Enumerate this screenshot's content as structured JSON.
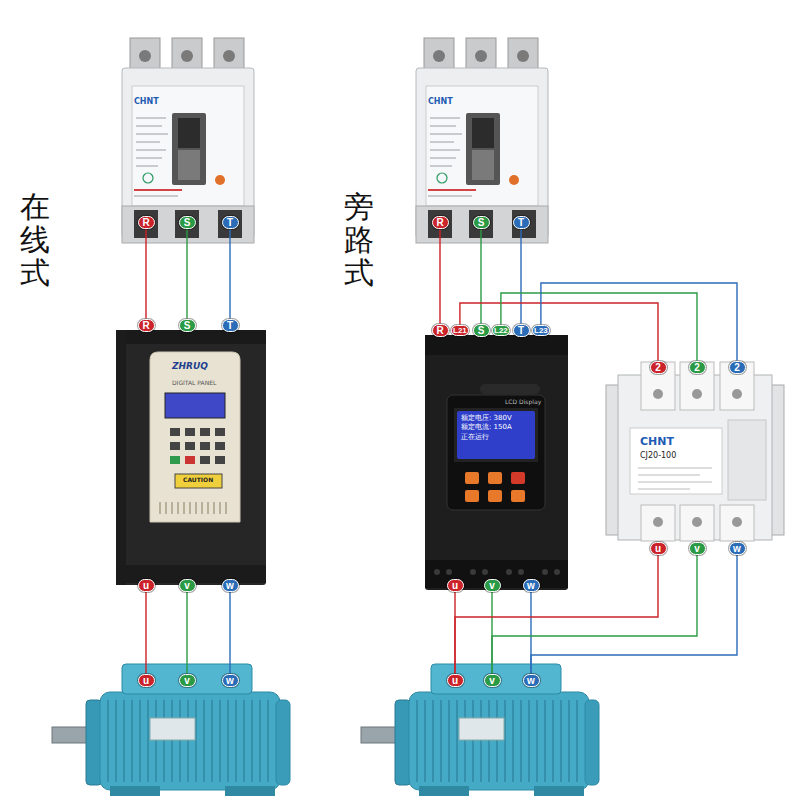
{
  "diagram": {
    "nodes": [
      {
        "text": [
          "CHNT"
        ]
      },
      {
        "text": [
          "R"
        ],
        "in": 0
      },
      {
        "text": [
          "S"
        ],
        "in": 0
      },
      {
        "text": [
          "T"
        ],
        "in": 0
      },
      {
        "text": [
          "CHNT"
        ]
      },
      {
        "text": [
          "R"
        ],
        "in": 4
      },
      {
        "text": [
          "S"
        ],
        "in": 4
      },
      {
        "text": [
          "T"
        ],
        "in": 4
      },
      {
        "text": [
          "ZHRUQ",
          "DIGITAL PANEL",
          "CAUTION"
        ]
      },
      {
        "text": [
          "R"
        ],
        "in": 8
      },
      {
        "text": [
          "S"
        ],
        "in": 8
      },
      {
        "text": [
          "T"
        ],
        "in": 8
      },
      {
        "text": [
          "u"
        ],
        "in": 8
      },
      {
        "text": [
          "v"
        ],
        "in": 8
      },
      {
        "text": [
          "w"
        ],
        "in": 8
      },
      {
        "text": [
          "LCD Display"
        ]
      },
      {
        "text": [
          "额定电压: 380V",
          "额定电流: 150A",
          "正在运行"
        ],
        "in": 15
      },
      {
        "text": [
          "R"
        ],
        "in": 15
      },
      {
        "text": [
          "L21"
        ],
        "in": 15
      },
      {
        "text": [
          "S"
        ],
        "in": 15
      },
      {
        "text": [
          "L22"
        ],
        "in": 15
      },
      {
        "text": [
          "T"
        ],
        "in": 15
      },
      {
        "text": [
          "L23"
        ],
        "in": 15
      },
      {
        "text": [
          "u"
        ],
        "in": 15
      },
      {
        "text": [
          "v"
        ],
        "in": 15
      },
      {
        "text": [
          "w"
        ],
        "in": 15
      },
      {
        "text": [
          "CHNT",
          "CJ20-100"
        ]
      },
      {
        "text": [
          "2"
        ],
        "in": 26
      },
      {
        "text": [
          "2"
        ],
        "in": 26
      },
      {
        "text": [
          "2"
        ],
        "in": 26
      },
      {
        "text": [
          "u"
        ],
        "in": 26
      },
      {
        "text": [
          "v"
        ],
        "in": 26
      },
      {
        "text": [
          "w"
        ],
        "in": 26
      },
      {
        "text": [
          "u"
        ]
      },
      {
        "text": [
          "v"
        ]
      },
      {
        "text": [
          "w"
        ]
      },
      {
        "text": [
          "u"
        ]
      },
      {
        "text": [
          "v"
        ]
      },
      {
        "text": [
          "w"
        ]
      }
    ],
    "edges": [
      {
        "from": 1,
        "to": 9,
        "arrow": "none"
      },
      {
        "from": 2,
        "to": 10,
        "arrow": "none"
      },
      {
        "from": 3,
        "to": 11,
        "arrow": "none"
      },
      {
        "from": 12,
        "to": 33,
        "arrow": "none"
      },
      {
        "from": 13,
        "to": 34,
        "arrow": "none"
      },
      {
        "from": 14,
        "to": 35,
        "arrow": "none"
      },
      {
        "from": 5,
        "to": 17,
        "arrow": "none"
      },
      {
        "from": 6,
        "to": 19,
        "arrow": "none"
      },
      {
        "from": 7,
        "to": 21,
        "arrow": "none"
      },
      {
        "from": 18,
        "to": 27,
        "arrow": "none"
      },
      {
        "from": 20,
        "to": 28,
        "arrow": "none"
      },
      {
        "from": 22,
        "to": 29,
        "arrow": "none"
      },
      {
        "from": 23,
        "to": 36,
        "arrow": "none"
      },
      {
        "from": 24,
        "to": 37,
        "arrow": "none"
      },
      {
        "from": 25,
        "to": 38,
        "arrow": "none"
      },
      {
        "from": 30,
        "to": 36,
        "arrow": "none"
      },
      {
        "from": 31,
        "to": 37,
        "arrow": "none"
      },
      {
        "from": 32,
        "to": 38,
        "arrow": "none"
      }
    ],
    "labels": [
      "在线式",
      "旁路式"
    ]
  }
}
